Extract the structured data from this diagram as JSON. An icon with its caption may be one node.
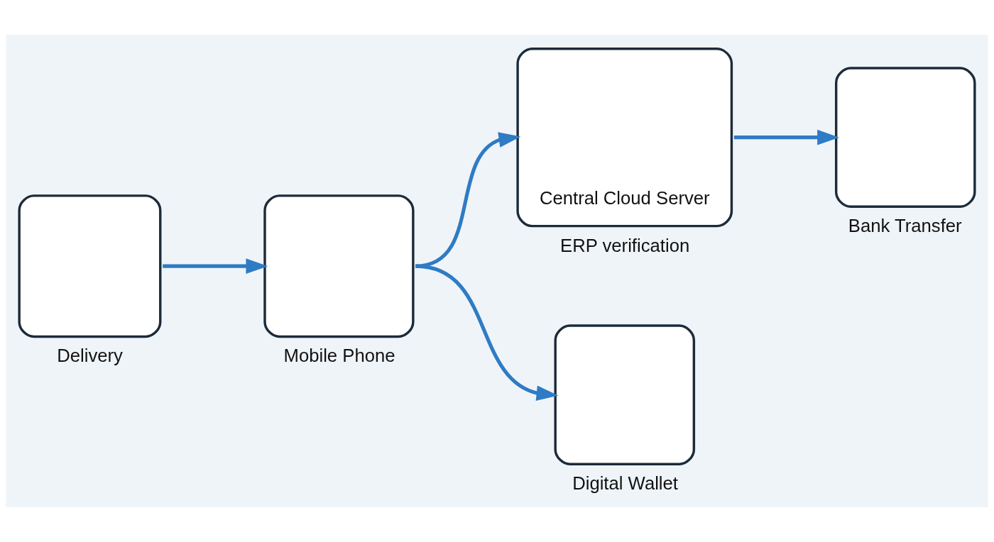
{
  "diagram": {
    "nodes": [
      {
        "text": [
          "Delivery"
        ]
      },
      {
        "text": [
          "Mobile Phone"
        ]
      },
      {
        "text": [
          "Central Cloud Server"
        ],
        "beside": [
          "ERP verification"
        ]
      },
      {
        "text": [
          "Digital Wallet"
        ]
      },
      {
        "text": [
          "Bank Transfer"
        ]
      }
    ],
    "edges": [
      {
        "from": 0,
        "to": 1,
        "arrow": "to"
      },
      {
        "from": 1,
        "to": 2,
        "arrow": "to"
      },
      {
        "from": 1,
        "to": 3,
        "arrow": "to"
      },
      {
        "from": 2,
        "to": 4,
        "arrow": "to"
      }
    ]
  }
}
